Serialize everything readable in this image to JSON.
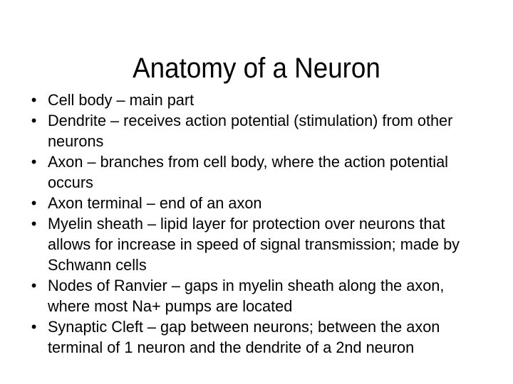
{
  "slide": {
    "title": "Anatomy of a Neuron",
    "background_color": "#ffffff",
    "text_color": "#000000",
    "bullet_marker": "•",
    "bullets": [
      {
        "text": "Cell body – main part"
      },
      {
        "text": "Dendrite – receives action potential (stimulation) from other neurons"
      },
      {
        "text": "Axon – branches from cell body, where the action potential occurs"
      },
      {
        "text": "Axon terminal – end of an axon"
      },
      {
        "text": "Myelin sheath – lipid layer for protection over neurons that allows for increase in speed of signal transmission; made by Schwann cells"
      },
      {
        "text": "Nodes of Ranvier – gaps in myelin sheath along the axon, where most Na+ pumps are located"
      },
      {
        "text": "Synaptic Cleft – gap between neurons; between the axon terminal of 1 neuron and the dendrite of a 2nd neuron"
      }
    ]
  }
}
